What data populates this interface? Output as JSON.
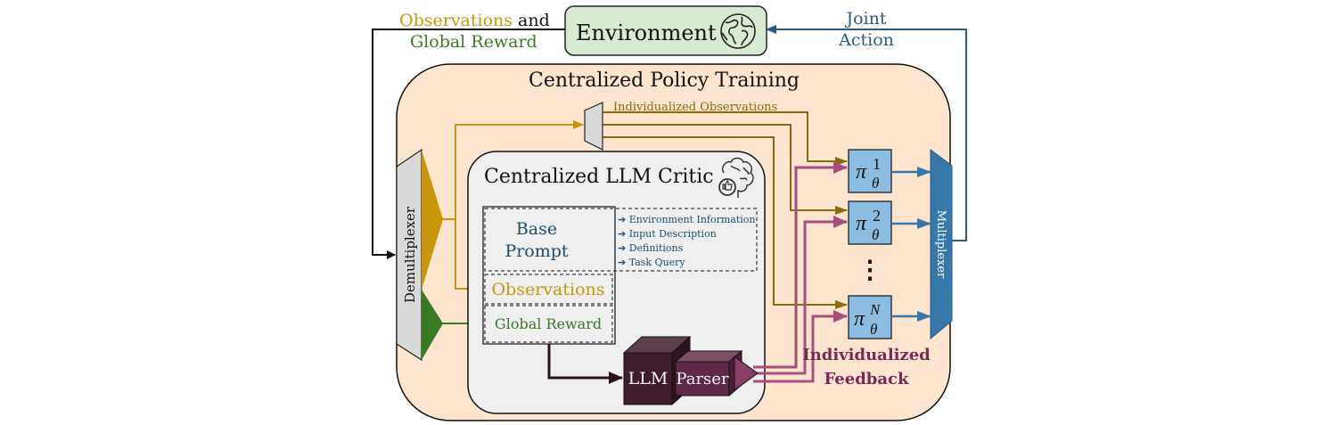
{
  "colors": {
    "observations": "#c8960a",
    "observations_dark": "#8a6a0a",
    "global_reward": "#3a7a25",
    "feedback": "#a84e7e",
    "feedback_text": "#7a2a50",
    "action": "#2a5a80",
    "policy_fill": "#8cbde0",
    "multiplexer_fill": "#3678aa",
    "environment_fill": "#d9ead3",
    "training_fill": "#fde5cf",
    "critic_fill": "#efefef",
    "llm_fill": "#3e1c2c",
    "parser_fill": "#5e2a48",
    "prompt_text": "#1f4d6e"
  },
  "environment": {
    "label": "Environment",
    "icon": "globe-icon"
  },
  "top_left_label": {
    "observations": "Observations",
    "and": "and",
    "global_reward": "Global Reward"
  },
  "joint_action_label": {
    "line1": "Joint",
    "line2": "Action"
  },
  "training": {
    "title": "Centralized Policy Training",
    "demultiplexer": "Demultiplexer",
    "multiplexer": "Multiplexer",
    "individualized_observations": "Individualized Observations",
    "individualized_feedback_line1": "Individualized",
    "individualized_feedback_line2": "Feedback"
  },
  "critic": {
    "title": "Centralized LLM Critic",
    "icon": "brain-thumbs-up-icon",
    "base_prompt_line1": "Base",
    "base_prompt_line2": "Prompt",
    "prompt_items": [
      "➔ Environment Information",
      "➔ Input Description",
      "➔ Definitions",
      "➔ Task Query"
    ],
    "observations": "Observations",
    "global_reward": "Global Reward",
    "llm": "LLM",
    "parser": "Parser"
  },
  "policies": [
    {
      "symbol": "π",
      "sup": "1",
      "sub": "θ"
    },
    {
      "symbol": "π",
      "sup": "2",
      "sub": "θ"
    },
    {
      "symbol": "π",
      "sup": "N",
      "sub": "θ"
    }
  ],
  "ellipsis": "⋮"
}
